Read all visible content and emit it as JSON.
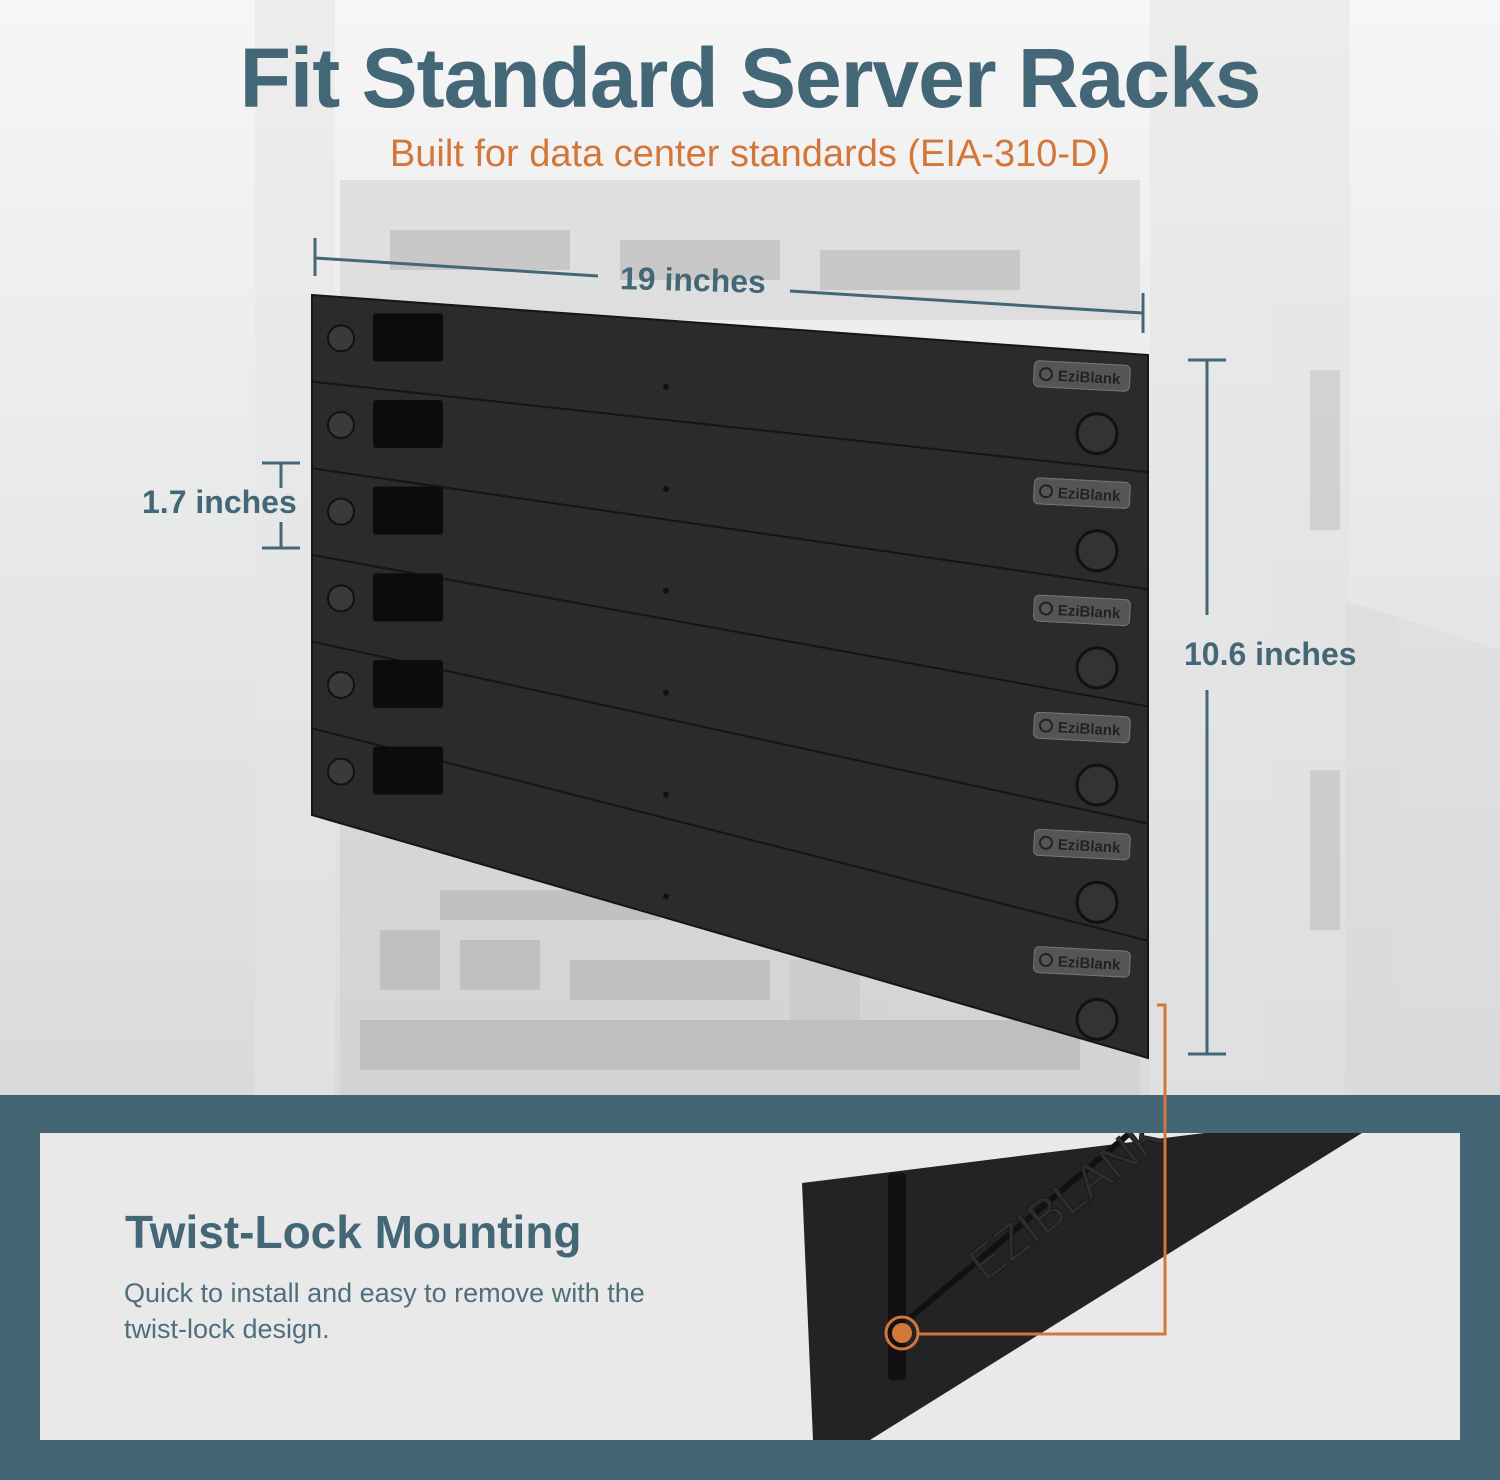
{
  "header": {
    "title": "Fit Standard Server Racks",
    "subtitle": "Built for data center standards (EIA-310-D)"
  },
  "dimensions": {
    "width_label": "19 inches",
    "unit_height_label": "1.7 inches",
    "total_height_label": "10.6 inches"
  },
  "product": {
    "panel_count": 6,
    "logo_text": "EziBlank",
    "emboss_text": "EZIBLANK"
  },
  "feature": {
    "title": "Twist-Lock Mounting",
    "description": "Quick to install and easy to remove with the twist-lock design."
  },
  "colors": {
    "accent_blue": "#436777",
    "accent_orange": "#d3763a",
    "panel": "#2a2a2a"
  }
}
